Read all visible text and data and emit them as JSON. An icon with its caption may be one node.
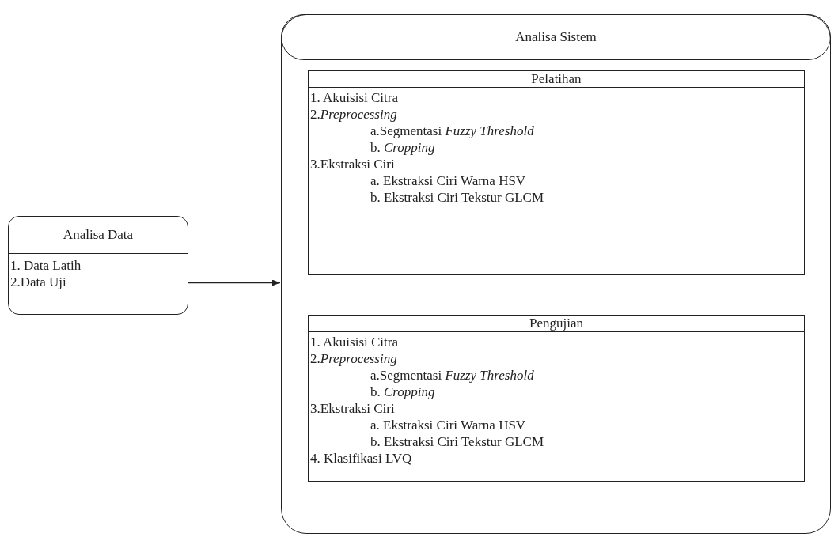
{
  "diagram": {
    "nodes": [
      {
        "text": [
          "Analisa Data",
          "1. Data Latih",
          "2.Data Uji"
        ]
      },
      {
        "text": [
          "Analisa Sistem"
        ]
      },
      {
        "text": [
          "Pelatihan",
          "1. Akuisisi Citra",
          "2.*Preprocessing*",
          "a.Segmentasi *Fuzzy Threshold*",
          "b. *Cropping*",
          "3.Ekstraksi Ciri",
          "a. Ekstraksi Ciri Warna HSV",
          "b. Ekstraksi Ciri Tekstur GLCM"
        ],
        "in": 1
      },
      {
        "text": [
          "Pengujian",
          "1. Akuisisi Citra",
          "2.*Preprocessing*",
          "a.Segmentasi *Fuzzy Threshold*",
          "b. *Cropping*",
          "3.Ekstraksi Ciri",
          "a. Ekstraksi Ciri Warna HSV",
          "b. Ekstraksi Ciri Tekstur GLCM",
          "4. Klasifikasi LVQ"
        ],
        "in": 1
      }
    ],
    "edges": [
      {
        "from": 0,
        "to": 1,
        "arrow": "to"
      }
    ]
  }
}
